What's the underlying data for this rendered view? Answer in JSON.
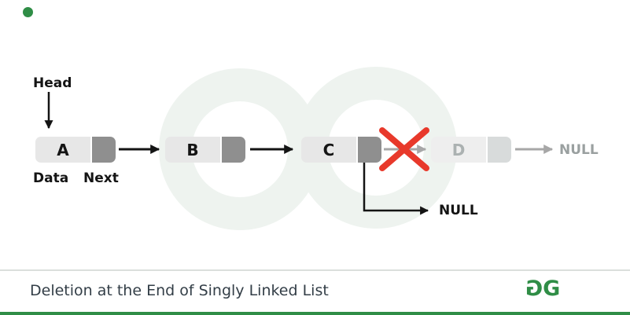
{
  "brand": {
    "logo_glyph": "G"
  },
  "diagram": {
    "head_label": "Head",
    "data_label": "Data",
    "next_label": "Next",
    "nodes": [
      {
        "label": "A",
        "deleted": false
      },
      {
        "label": "B",
        "deleted": false
      },
      {
        "label": "C",
        "deleted": false
      },
      {
        "label": "D",
        "deleted": true
      }
    ],
    "null_from_c": "NULL",
    "null_tail": "NULL"
  },
  "caption": "Deletion at the End of Singly Linked List",
  "colors": {
    "accent_green": "#2F8D46",
    "delete_x_red": "#E8392B",
    "node_body_gray": "#E7E7E7",
    "node_pointer_gray": "#8F8F8F",
    "faded_node_body": "#EEEEEE",
    "faded_node_pointer": "#D8DBDB",
    "gray_arrow": "#A7A7A7",
    "text_black": "#141414",
    "caption_text": "#333E47"
  }
}
